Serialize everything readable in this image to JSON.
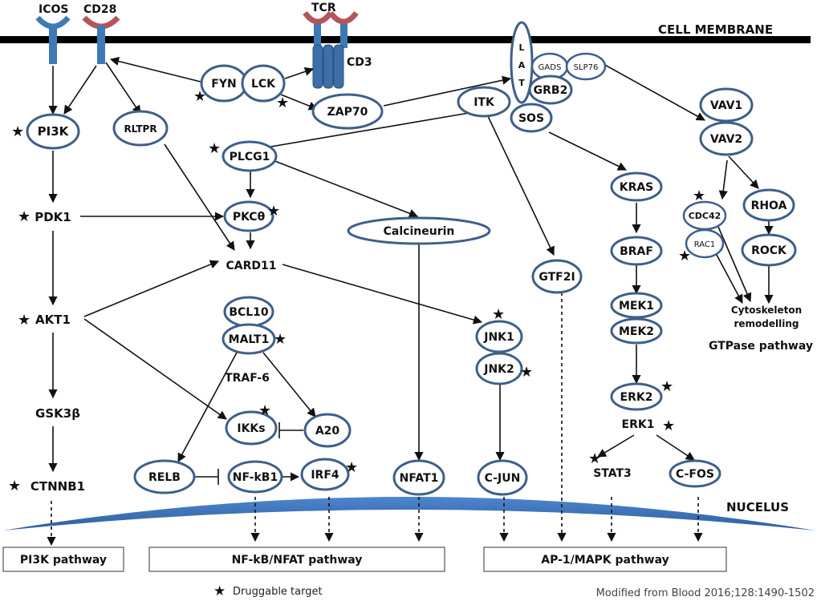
{
  "diagram": {
    "membrane_label": "CELL MEMBRANE",
    "nucleus_label": "NUCELUS",
    "receptors": {
      "icos": "ICOS",
      "cd28": "CD28",
      "tcr": "TCR",
      "cd3": "CD3"
    },
    "nodes": {
      "fyn": "FYN",
      "lck": "LCK",
      "zap70": "ZAP70",
      "lat": [
        "L",
        "A",
        "T"
      ],
      "gads": "GADS",
      "slp76": "SLP76",
      "grb2": "GRB2",
      "sos": "SOS",
      "itk": "ITK",
      "vav1": "VAV1",
      "vav2": "VAV2",
      "pi3k": "PI3K",
      "rltpr": "RLTPR",
      "plcg1": "PLCG1",
      "pkc": "PKCθ",
      "card11": "CARD11",
      "pdk1": "PDK1",
      "akt1": "AKT1",
      "gsk3b": "GSK3β",
      "ctnnb1": "CTNNB1",
      "calcineurin": "Calcineurin",
      "bcl10": "BCL10",
      "malt1": "MALT1",
      "traf6": "TRAF-6",
      "ikks": "IKKs",
      "a20": "A20",
      "relb": "RELB",
      "nfkb1": "NF-kB1",
      "irf4": "IRF4",
      "nfat1": "NFAT1",
      "gtf2i": "GTF2I",
      "jnk1": "JNK1",
      "jnk2": "JNK2",
      "cjun": "C-JUN",
      "kras": "KRAS",
      "braf": "BRAF",
      "mek1": "MEK1",
      "mek2": "MEK2",
      "erk2": "ERK2",
      "erk1": "ERK1",
      "stat3": "STAT3",
      "cfos": "C-FOS",
      "cdc42": "CDC42",
      "rac1": "RAC1",
      "rhoa": "RHOA",
      "rock": "ROCK",
      "cyto1": "Cytoskeleton",
      "cyto2": "remodelling",
      "gtpase": "GTPase pathway"
    },
    "pathways": {
      "pi3k": "PI3K pathway",
      "nfkb": "NF-kB/NFAT pathway",
      "ap1": "AP-1/MAPK pathway"
    },
    "legend": {
      "symbol": "★",
      "label": "Druggable target"
    },
    "source": "Modified from Blood 2016;128:1490-1502",
    "colors": {
      "node_stroke": "#3e5f8a",
      "receptor_blue": "#3e7ab8",
      "receptor_red": "#b5545c",
      "nucleus": "#3d74bd"
    }
  }
}
